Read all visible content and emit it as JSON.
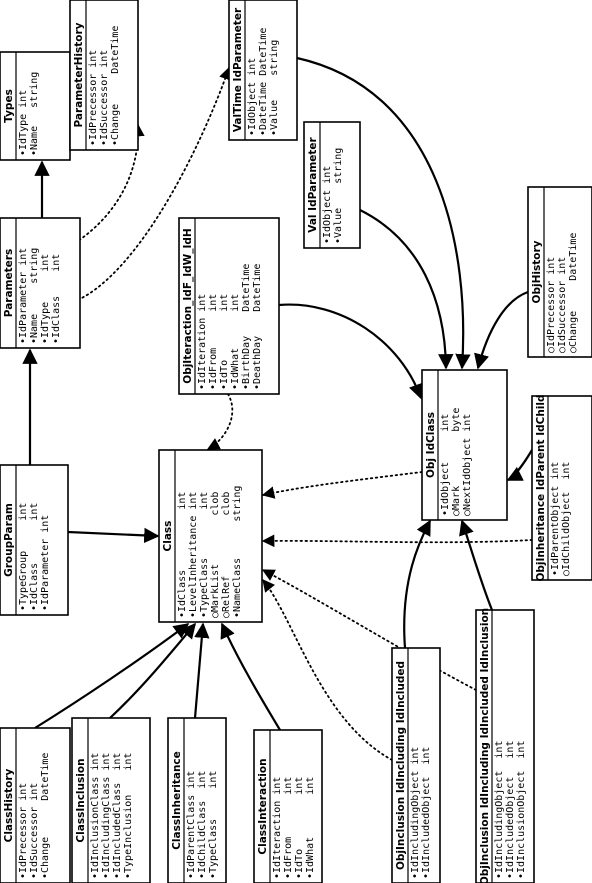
{
  "entities": [
    {
      "id": "types",
      "title": "Types",
      "fields": [
        "•IdType int",
        "•Name   string"
      ]
    },
    {
      "id": "parameter_history",
      "title": "ParameterHistory",
      "fields": [
        "•IdPrecessor int",
        "•IdSuccessor int",
        "•Change     DateTime"
      ]
    },
    {
      "id": "valtime_idparameter",
      "title": "ValTime IdParameter",
      "fields": [
        "•IdObject int",
        "•DateTime DateTime",
        "•Value    string"
      ]
    },
    {
      "id": "val_idparameter",
      "title": "Val IdParameter",
      "fields": [
        "•IdObject int",
        "•Value    string"
      ]
    },
    {
      "id": "parameters",
      "title": "Parameters",
      "fields": [
        "•IdParameter int",
        "•Name     string",
        "•IdType     int",
        "•IdClass    int"
      ]
    },
    {
      "id": "objiteraction",
      "title": "ObjIteraction_IdF_IdW_IdH",
      "fields": [
        "•IdIteration int",
        "•IdFrom      int",
        "•IdTo        int",
        "•IdWhat      int",
        "•BirthDay    DateTime",
        "•DeathDay    DateTime"
      ]
    },
    {
      "id": "objhistory",
      "title": "ObjHistory",
      "fields": [
        "○IdPrecessor int",
        "○IdSuccessor int",
        "○Change     DateTime"
      ]
    },
    {
      "id": "obj_idclass",
      "title": "Obj IdClass",
      "fields": [
        "•IdObject     int",
        "○Mark         byte",
        "○NextIdObject int"
      ]
    },
    {
      "id": "groupparam",
      "title": "GroupParam",
      "fields": [
        "•TypeGroup     int",
        "•IdClass       int",
        "•IdParameter int"
      ]
    },
    {
      "id": "class",
      "title": "Class",
      "fields": [
        "•IdClass          int",
        "•LevelInheritance int",
        "•TypeClass        int",
        "○MarkList        clob",
        "○RelRef          clob",
        "•NameClass      string"
      ]
    },
    {
      "id": "objinheritance",
      "title": "ObjInheritance IdParent IdChild",
      "fields": [
        "•IdParentObject int",
        "○IdChildObject  int"
      ]
    },
    {
      "id": "classhistory",
      "title": "ClassHistory",
      "fields": [
        "•IdPrecessor int",
        "•IdSuccessor int",
        "•Change      DateTime"
      ]
    },
    {
      "id": "classinclusion",
      "title": "ClassInclusion",
      "fields": [
        "•IdInclusionClass int",
        "•IdIncludingClass int",
        "•IdIncludedClass  int",
        "•TypeInclusion    int"
      ]
    },
    {
      "id": "classinheritance",
      "title": "ClassInheritance",
      "fields": [
        "•IdParentClass int",
        "•IdChildClass  int",
        "•TypeClass     int"
      ]
    },
    {
      "id": "classinteraction",
      "title": "ClassInteraction",
      "fields": [
        "•IdIteraction int",
        "•IdFrom       int",
        "•IdTo         int",
        "•IdWhat       int"
      ]
    },
    {
      "id": "objinclusion_a",
      "title": "ObjInclusion IdIncluding IdIncluded",
      "fields": [
        "•IdIncludingObject int",
        "•IdIncludedObject  int"
      ]
    },
    {
      "id": "objinclusion_b",
      "title": "ObjInclusion IdIncluding IdIncluded IdInclusion",
      "fields": [
        "•IdIncludingObject  int",
        "•IdIncludedObject   int",
        "•IdInclusionObject  int"
      ]
    }
  ],
  "edges": [
    {
      "from": "parameters",
      "to": "types",
      "style": "solid"
    },
    {
      "from": "parameter_history",
      "to": "parameters",
      "style": "dotted"
    },
    {
      "from": "valtime_idparameter",
      "to": "parameters",
      "style": "dotted"
    },
    {
      "from": "groupparam",
      "to": "parameters",
      "style": "solid"
    },
    {
      "from": "groupparam",
      "to": "class",
      "style": "solid"
    },
    {
      "from": "objiteraction",
      "to": "class",
      "style": "dotted"
    },
    {
      "from": "objiteraction",
      "to": "obj_idclass",
      "style": "solid"
    },
    {
      "from": "valtime_idparameter",
      "to": "obj_idclass",
      "style": "solid"
    },
    {
      "from": "val_idparameter",
      "to": "obj_idclass",
      "style": "solid"
    },
    {
      "from": "objhistory",
      "to": "obj_idclass",
      "style": "solid"
    },
    {
      "from": "obj_idclass",
      "to": "class",
      "style": "dotted"
    },
    {
      "from": "objinheritance",
      "to": "obj_idclass",
      "style": "solid"
    },
    {
      "from": "objinheritance",
      "to": "class",
      "style": "dotted"
    },
    {
      "from": "objinclusion_a",
      "to": "obj_idclass",
      "style": "solid"
    },
    {
      "from": "objinclusion_a",
      "to": "class",
      "style": "dotted"
    },
    {
      "from": "objinclusion_b",
      "to": "obj_idclass",
      "style": "solid"
    },
    {
      "from": "objinclusion_b",
      "to": "class",
      "style": "dotted"
    },
    {
      "from": "classhistory",
      "to": "class",
      "style": "solid"
    },
    {
      "from": "classinclusion",
      "to": "class",
      "style": "solid"
    },
    {
      "from": "classinheritance",
      "to": "class",
      "style": "solid"
    },
    {
      "from": "classinteraction",
      "to": "class",
      "style": "solid"
    }
  ]
}
